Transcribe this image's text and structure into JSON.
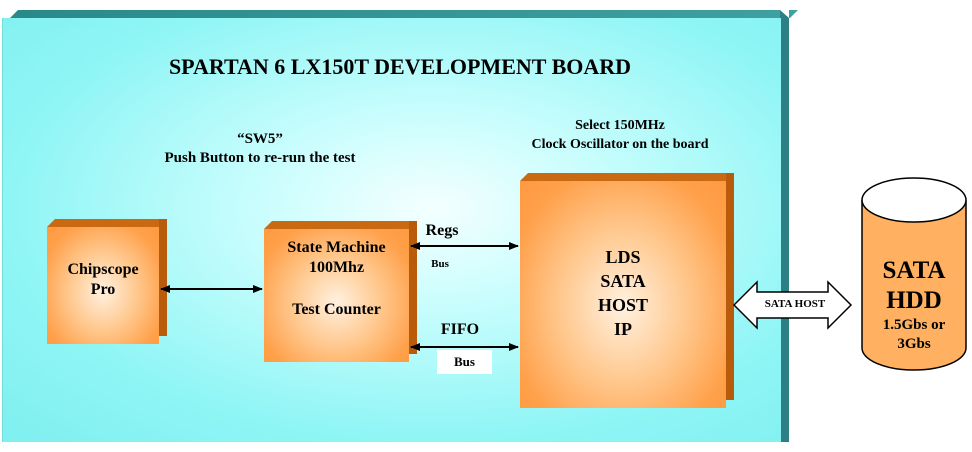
{
  "title": "SPARTAN 6 LX150T DEVELOPMENT BOARD",
  "sw5": {
    "line1": "“SW5”",
    "line2": "Push Button to re-run the test"
  },
  "clock": {
    "line1": "Select 150MHz",
    "line2": "Clock Oscillator on the board"
  },
  "chipscope": {
    "line1": "Chipscope",
    "line2": "Pro"
  },
  "state_machine": {
    "line1": "State Machine",
    "line2": "100Mhz",
    "line3": "Test Counter"
  },
  "lds": {
    "line1": "LDS",
    "line2": "SATA",
    "line3": "HOST",
    "line4": "IP"
  },
  "regs_bus": {
    "label": "Regs",
    "sub": "Bus"
  },
  "fifo_bus": {
    "label": "FIFO",
    "sub": "Bus"
  },
  "sata_host_link": "SATA HOST",
  "hdd": {
    "line1": "SATA",
    "line2": "HDD",
    "line3": "1.5Gbs or",
    "line4": "3Gbs"
  },
  "colors": {
    "board": "#8ff5f5",
    "block": "#ffa04a",
    "block_edge": "#c96a12",
    "cylinder": "#ffb060"
  }
}
